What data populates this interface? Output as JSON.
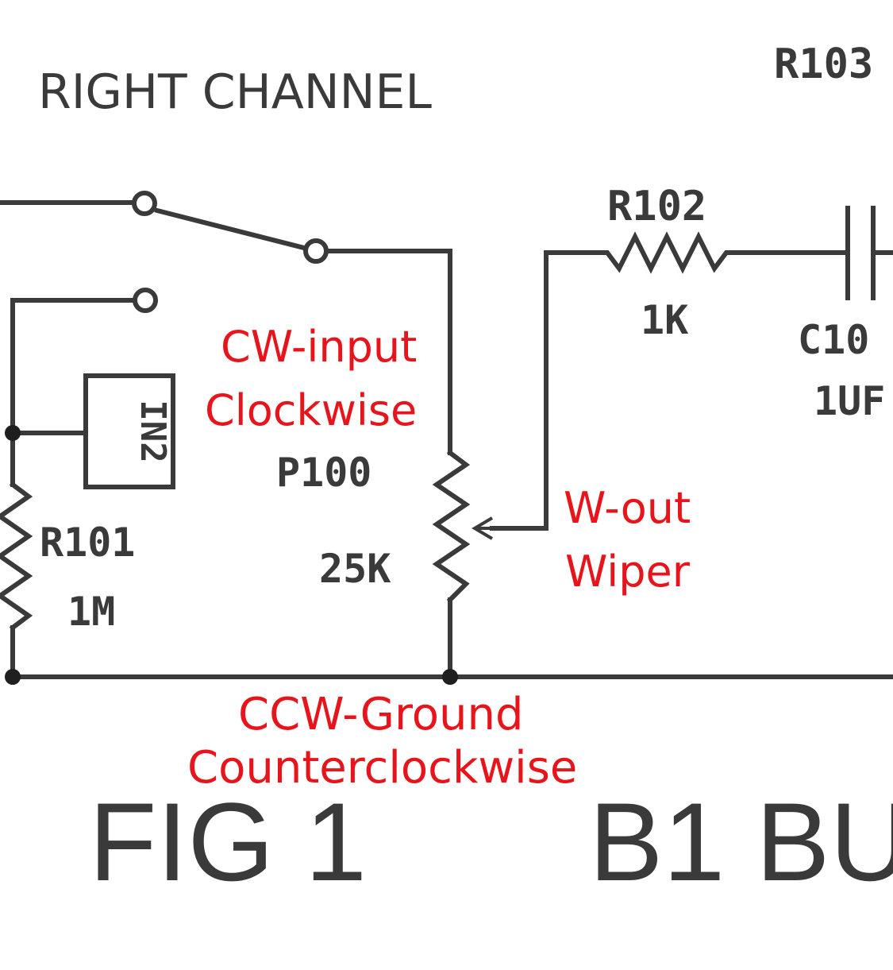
{
  "title": "RIGHT CHANNEL",
  "top_right_label": "R103",
  "components": {
    "r102": {
      "ref": "R102",
      "value": "1K"
    },
    "c10x": {
      "ref": "C10",
      "value": "1UF"
    },
    "in2": {
      "ref": "IN2"
    },
    "r101": {
      "ref": "R101",
      "value": "1M"
    },
    "p100": {
      "ref": "P100",
      "value": "25K"
    }
  },
  "annotations": {
    "cw_line1": "CW-input",
    "cw_line2": "Clockwise",
    "wiper_line1": "W-out",
    "wiper_line2": "Wiper",
    "ccw_line1": "CCW-Ground",
    "ccw_line2": "Counterclockwise"
  },
  "captions": {
    "fig": "FIG 1",
    "b1": "B1 BU"
  },
  "colors": {
    "ink": "#3a3a3a",
    "annotation": "#e8141b",
    "background": "#ffffff"
  }
}
